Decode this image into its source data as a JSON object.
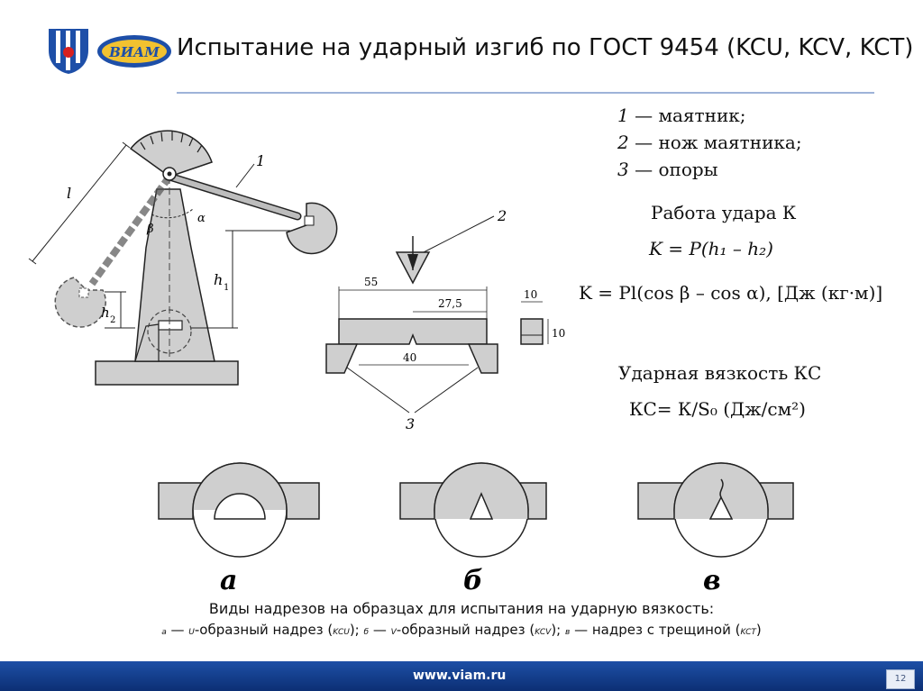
{
  "header": {
    "title": "Испытание на ударный изгиб по ГОСТ 9454 (KCU, KCV, KCT)",
    "logo1_icon": "institute-emblem-icon",
    "logo2_text": "ВИАМ"
  },
  "legend": {
    "items": [
      {
        "num": "1",
        "text": " — маятник;"
      },
      {
        "num": "2",
        "text": " — нож маятника;"
      },
      {
        "num": "3",
        "text": " — опоры"
      }
    ]
  },
  "work": {
    "title": "Работа удара К",
    "formula1": "K = P(h₁ – h₂)",
    "formula2": "K = Pl(cos β – cos α), [Дж (кг·м)]"
  },
  "toughness": {
    "title": "Ударная вязкость КС",
    "formula": "КС= К/S₀ (Дж/см²)"
  },
  "figure": {
    "pendulum_labels": {
      "length": "l",
      "arm": "1",
      "alpha": "α",
      "beta": "β",
      "h1": "h",
      "h1_sub": "1",
      "h2": "h",
      "h2_sub": "2"
    },
    "specimen_labels": {
      "knife": "2",
      "supports": "3",
      "dim_55": "55",
      "dim_27_5": "27,5",
      "dim_40": "40",
      "dim_10a": "10",
      "dim_10b": "10"
    },
    "notch_labels": [
      "а",
      "б",
      "в"
    ]
  },
  "caption": {
    "line1": "Виды надрезов на образцах для испытания на ударную вязкость:",
    "line2": [
      {
        "small": "а",
        "text": " — "
      },
      {
        "small": "U",
        "text": "-образный надрез ("
      },
      {
        "small": "KCU",
        "text": "); "
      },
      {
        "small": "б",
        "text": " — "
      },
      {
        "small": "V",
        "text": "-образный надрез ("
      },
      {
        "small": "KCV",
        "text": "); "
      },
      {
        "small": "в",
        "text": " — надрез с трещиной ("
      },
      {
        "small": "KCT",
        "text": ")"
      }
    ]
  },
  "footer": {
    "url": "www.viam.ru",
    "page": "12"
  },
  "colors": {
    "fill_gray": "#cfcfcf",
    "footer_blue": "#1d4fa6",
    "rule_blue": "#9eb3d8"
  }
}
